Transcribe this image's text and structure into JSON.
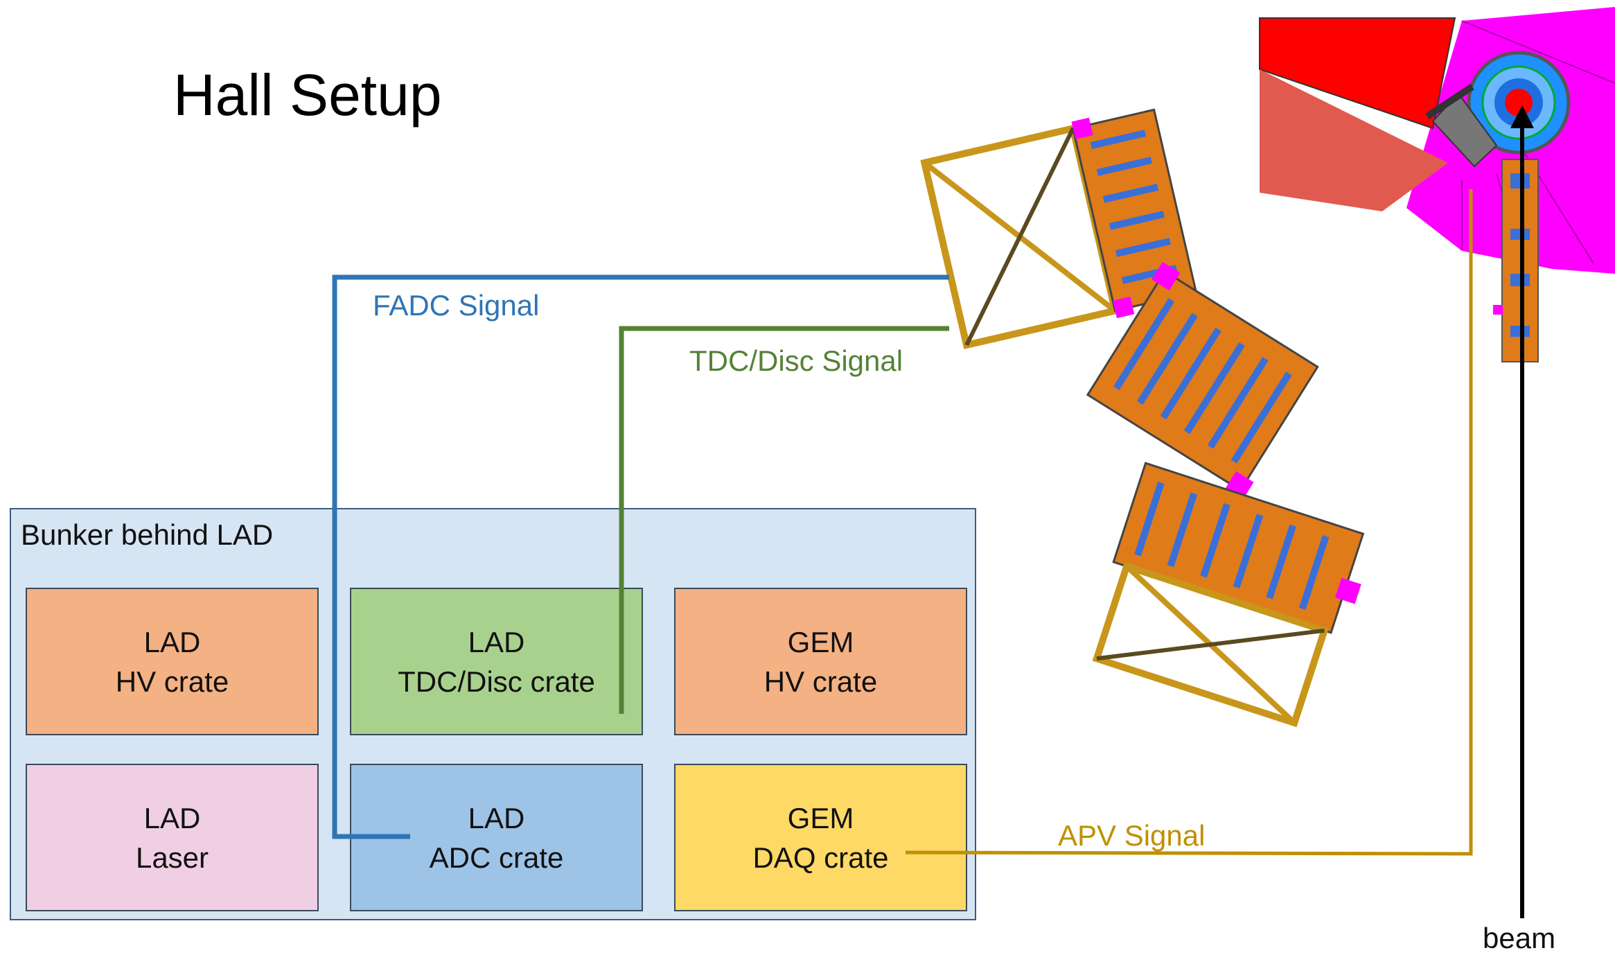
{
  "title": "Hall Setup",
  "bunker": {
    "label": "Bunker behind LAD",
    "crates": [
      {
        "line1": "LAD",
        "line2": "HV crate",
        "color": "#f4b183"
      },
      {
        "line1": "LAD",
        "line2": "TDC/Disc crate",
        "color": "#a9d18e"
      },
      {
        "line1": "GEM",
        "line2": "HV crate",
        "color": "#f4b183"
      },
      {
        "line1": "LAD",
        "line2": "Laser",
        "color": "#f0cfe4"
      },
      {
        "line1": "LAD",
        "line2": "ADC crate",
        "color": "#9dc3e6"
      },
      {
        "line1": "GEM",
        "line2": "DAQ crate",
        "color": "#ffd966"
      }
    ]
  },
  "signals": {
    "fadc": {
      "label": "FADC Signal",
      "color": "#2e75b6"
    },
    "tdc": {
      "label": "TDC/Disc Signal",
      "color": "#548235"
    },
    "apv": {
      "label": "APV Signal",
      "color": "#bf9000"
    }
  },
  "beam": {
    "label": "beam"
  },
  "colors": {
    "magenta": "#ff00ff",
    "red": "#ff0000",
    "salmon": "#e05a50",
    "frame": "#d4a017",
    "detector_orange": "#e07b1a",
    "detector_blue": "#3a6fd8",
    "target_blue": "#1e90ff"
  }
}
